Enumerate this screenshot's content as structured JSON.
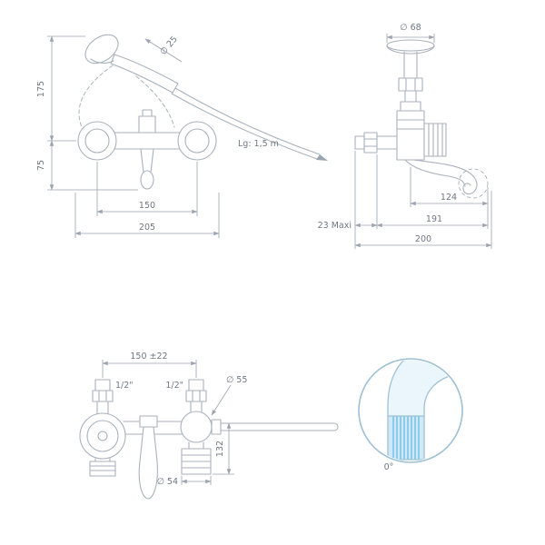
{
  "style": {
    "line_color": "#a9b2bd",
    "dim_color": "#9aa4b0",
    "text_color": "#6e7884",
    "detail_outline": "#9fc0d4",
    "detail_fill": "#cfe9f8",
    "detail_stripe": "#7cc3e8"
  },
  "views": {
    "front": {
      "dims": {
        "shower_height": "175",
        "body_height": "75",
        "inlet_centers": "150",
        "overall_width": "205",
        "head_diameter": "∅ 25",
        "hose_length": "Lg: 1,5 m"
      }
    },
    "side": {
      "dims": {
        "flange_diameter": "∅ 68",
        "tip_offset": "124",
        "wall_depth_max": "23 Maxi",
        "spout_reach": "191",
        "overall_depth": "200"
      }
    },
    "bottom": {
      "dims": {
        "inlet_centers": "150 ±22",
        "inlet_left": "1/2\"",
        "inlet_right": "1/2\"",
        "body_diameter": "∅ 55",
        "body_height": "132",
        "outlet_diameter": "∅ 54"
      }
    },
    "detail": {
      "flow_angle": "0°"
    }
  }
}
